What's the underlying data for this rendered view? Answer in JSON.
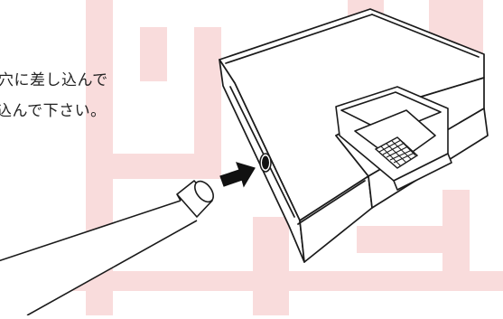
{
  "instructions": {
    "line1": "穴に差し込んで",
    "line2": "込んで下さい。"
  },
  "colors": {
    "watermark": "#f9dcdc",
    "line": "#1a1a1a",
    "device_fill": "#ffffff",
    "arrow": "#111111"
  },
  "illustration": {
    "device": "device-box",
    "port": "port-hole-icon",
    "arrow": "insert-arrow-icon",
    "hose": "hose-tube",
    "tray": "tray-compartment",
    "filter": "filter-mesh-icon"
  }
}
